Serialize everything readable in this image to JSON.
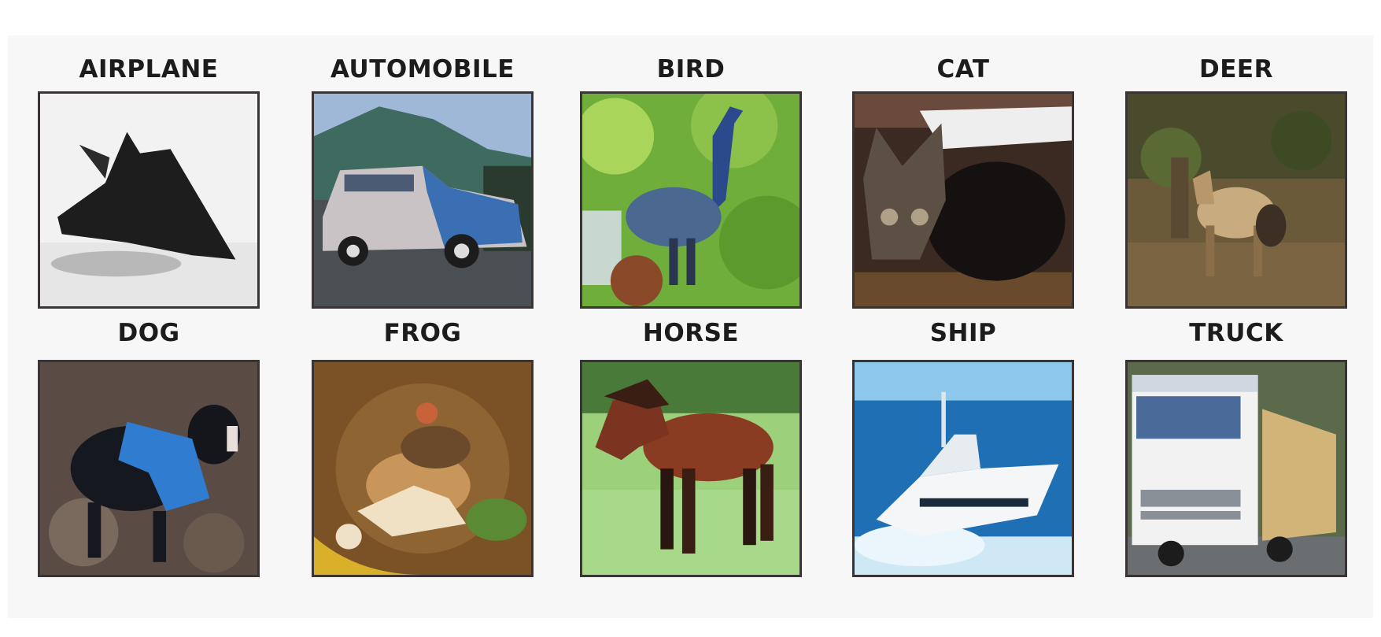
{
  "grid": {
    "cells": [
      {
        "label": "AIRPLANE",
        "icon": "airplane-image"
      },
      {
        "label": "AUTOMOBILE",
        "icon": "automobile-image"
      },
      {
        "label": "BIRD",
        "icon": "bird-image"
      },
      {
        "label": "CAT",
        "icon": "cat-image"
      },
      {
        "label": "DEER",
        "icon": "deer-image"
      },
      {
        "label": "DOG",
        "icon": "dog-image"
      },
      {
        "label": "FROG",
        "icon": "frog-image"
      },
      {
        "label": "HORSE",
        "icon": "horse-image"
      },
      {
        "label": "SHIP",
        "icon": "ship-image"
      },
      {
        "label": "TRUCK",
        "icon": "truck-image"
      }
    ]
  }
}
